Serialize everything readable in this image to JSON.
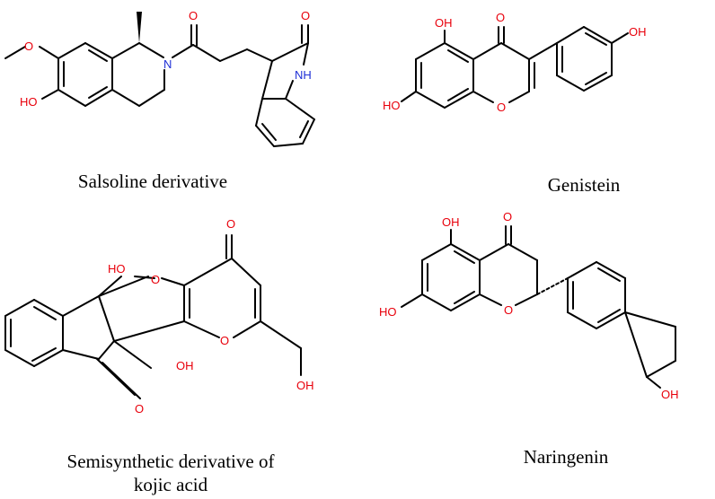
{
  "captions": {
    "salsoline": "Salsoline derivative",
    "genistein": "Genistein",
    "kojic_line1": "Semisynthetic derivative of",
    "kojic_line2": "kojic acid",
    "naringenin": "Naringenin"
  },
  "atoms": {
    "oh": "OH",
    "ho": "HO",
    "o": "O",
    "n": "N",
    "nh": "NH"
  },
  "colors": {
    "oxygen": "#e8000b",
    "nitrogen": "#1e2fd6",
    "bond": "#000000"
  }
}
